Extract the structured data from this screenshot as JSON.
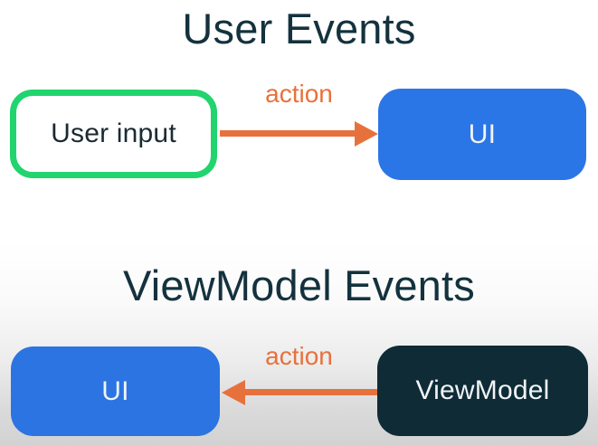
{
  "sections": [
    {
      "title": "User Events",
      "source": {
        "label": "User input"
      },
      "arrow": {
        "label": "action",
        "direction": "right"
      },
      "target": {
        "label": "UI"
      }
    },
    {
      "title": "ViewModel Events",
      "source": {
        "label": "ViewModel"
      },
      "arrow": {
        "label": "action",
        "direction": "left"
      },
      "target": {
        "label": "UI"
      }
    }
  ],
  "colors": {
    "title_text": "#14323e",
    "node_text_dark": "#1b2a33",
    "node_text_light": "#f0f4f6",
    "green_border": "#21d46e",
    "blue_fill": "#2b76e6",
    "dark_navy_fill": "#0e2b36",
    "arrow_orange": "#e7713c",
    "background_top": "#ffffff",
    "background_bottom": "#d2d2d2"
  }
}
